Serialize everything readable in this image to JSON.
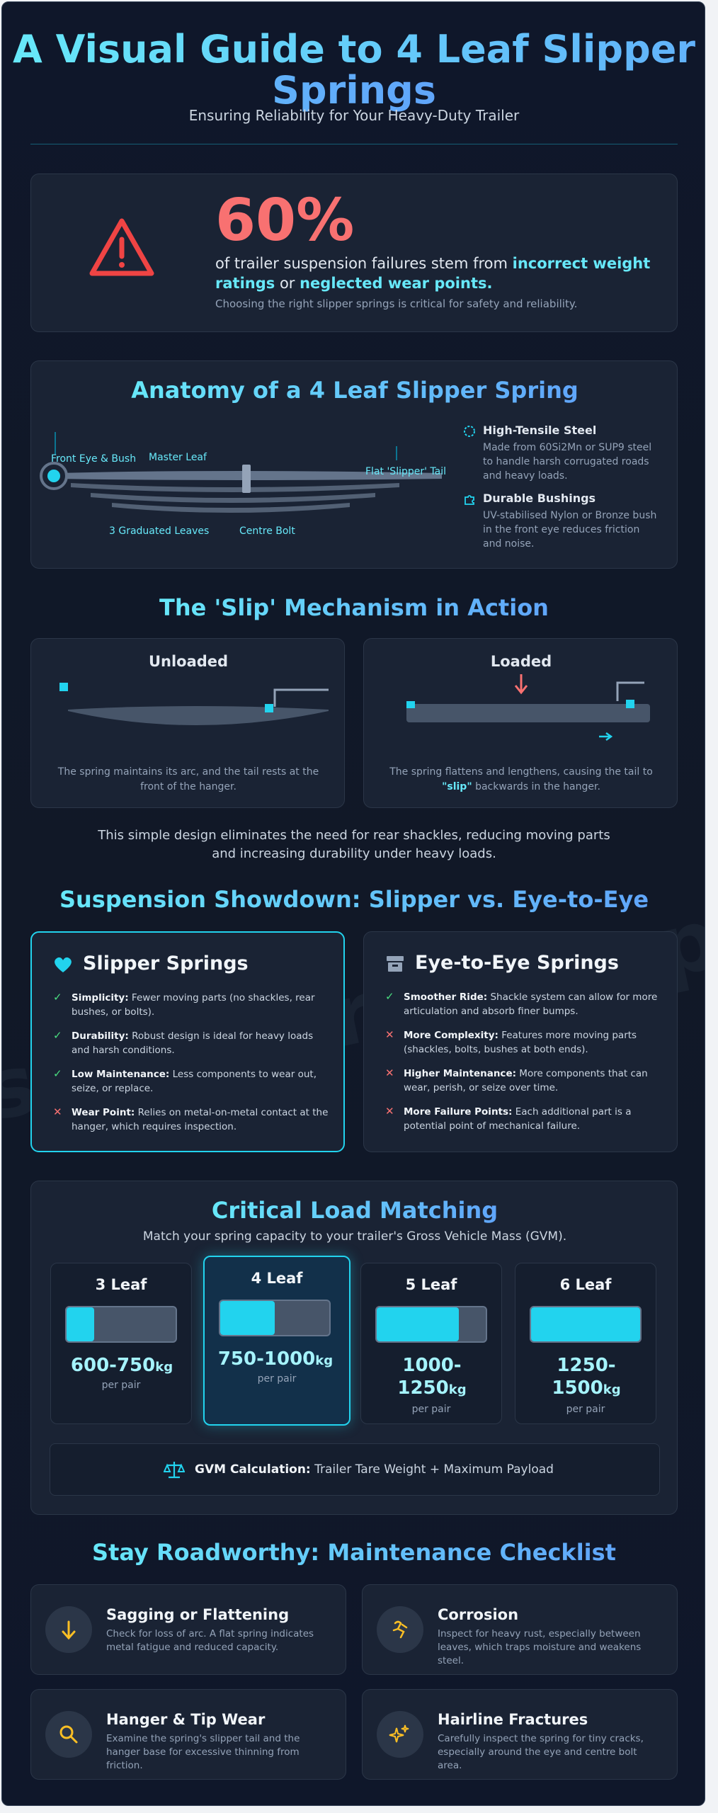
{
  "header": {
    "title": "A Visual Guide to 4 Leaf Slipper Springs",
    "subtitle": "Ensuring Reliability for Your Heavy-Duty Trailer"
  },
  "stat": {
    "value": "60%",
    "text_1": "of trailer suspension failures stem from",
    "highlight_1": "incorrect weight ratings",
    "text_2": "or",
    "highlight_2": "neglected wear points.",
    "note": "Choosing the right slipper springs is critical for safety and reliability."
  },
  "anatomy": {
    "title": "Anatomy of a 4 Leaf Slipper Spring",
    "labels": {
      "front_eye": "Front Eye & Bush",
      "master_leaf": "Master Leaf",
      "flat_tail": "Flat 'Slipper' Tail",
      "graduated": "3 Graduated Leaves",
      "centre_bolt": "Centre Bolt"
    },
    "features": [
      {
        "title": "High-Tensile Steel",
        "text": "Made from 60Si2Mn or SUP9 steel to handle harsh corrugated roads and heavy loads.",
        "icon": "gear-dashed-icon"
      },
      {
        "title": "Durable Bushings",
        "text": "UV-stabilised Nylon or Bronze bush in the front eye reduces friction and noise.",
        "icon": "puzzle-icon"
      }
    ]
  },
  "mechanism": {
    "title": "The 'Slip' Mechanism in Action",
    "unloaded": {
      "title": "Unloaded",
      "text": "The spring maintains its arc, and the tail rests at the front of the hanger."
    },
    "loaded": {
      "title": "Loaded",
      "text_1": "The spring flattens and lengthens, causing the tail to",
      "text_highlight": "\"slip\"",
      "text_2": "backwards in the hanger."
    },
    "summary": "This simple design eliminates the need for rear shackles, reducing moving parts and increasing durability under heavy loads."
  },
  "showdown": {
    "title": "Suspension Showdown: Slipper vs. Eye-to-Eye",
    "slipper": {
      "title": "Slipper Springs",
      "items": [
        {
          "type": "pro",
          "title": "Simplicity:",
          "text": "Fewer moving parts (no shackles, rear bushes, or bolts)."
        },
        {
          "type": "pro",
          "title": "Durability:",
          "text": "Robust design is ideal for heavy loads and harsh conditions."
        },
        {
          "type": "pro",
          "title": "Low Maintenance:",
          "text": "Less components to wear out, seize, or replace."
        },
        {
          "type": "con",
          "title": "Wear Point:",
          "text": "Relies on metal-on-metal contact at the hanger, which requires inspection."
        }
      ]
    },
    "eye": {
      "title": "Eye-to-Eye Springs",
      "items": [
        {
          "type": "pro",
          "title": "Smoother Ride:",
          "text": "Shackle system can allow for more articulation and absorb finer bumps."
        },
        {
          "type": "con",
          "title": "More Complexity:",
          "text": "Features more moving parts (shackles, bolts, bushes at both ends)."
        },
        {
          "type": "con",
          "title": "Higher Maintenance:",
          "text": "More components that can wear, perish, or seize over time."
        },
        {
          "type": "con",
          "title": "More Failure Points:",
          "text": "Each additional part is a potential point of mechanical failure."
        }
      ]
    }
  },
  "load": {
    "title": "Critical Load Matching",
    "subtitle": "Match your spring capacity to your trailer's Gross Vehicle Mass (GVM).",
    "unit": "kg",
    "per": "per pair",
    "options": [
      {
        "label": "3 Leaf",
        "range": "600-750",
        "fill": 0.25
      },
      {
        "label": "4 Leaf",
        "range": "750-1000",
        "fill": 0.5
      },
      {
        "label": "5 Leaf",
        "range": "1000-1250",
        "fill": 0.75
      },
      {
        "label": "6 Leaf",
        "range": "1250-1500",
        "fill": 1.0
      }
    ],
    "gvm_label": "GVM Calculation:",
    "gvm_text": "Trailer Tare Weight + Maximum Payload"
  },
  "maintenance": {
    "title": "Stay Roadworthy: Maintenance Checklist",
    "items": [
      {
        "title": "Sagging or Flattening",
        "text": "Check for loss of arc. A flat spring indicates metal fatigue and reduced capacity.",
        "icon": "arrow-down-icon"
      },
      {
        "title": "Corrosion",
        "text": "Inspect for heavy rust, especially between leaves, which traps moisture and weakens steel.",
        "icon": "rust-icon"
      },
      {
        "title": "Hanger & Tip Wear",
        "text": "Examine the spring's slipper tail and the hanger base for excessive thinning from friction.",
        "icon": "magnifier-icon"
      },
      {
        "title": "Hairline Fractures",
        "text": "Carefully inspect the spring for tiny cracks, especially around the eye and centre bolt area.",
        "icon": "sparkle-icon"
      }
    ]
  },
  "watermark": "superiortrailerparts.com",
  "colors": {
    "accent": "#67e8f9",
    "warning": "#f87171",
    "pro": "#4ade80",
    "con": "#f87171",
    "amber": "#fbbf24"
  }
}
